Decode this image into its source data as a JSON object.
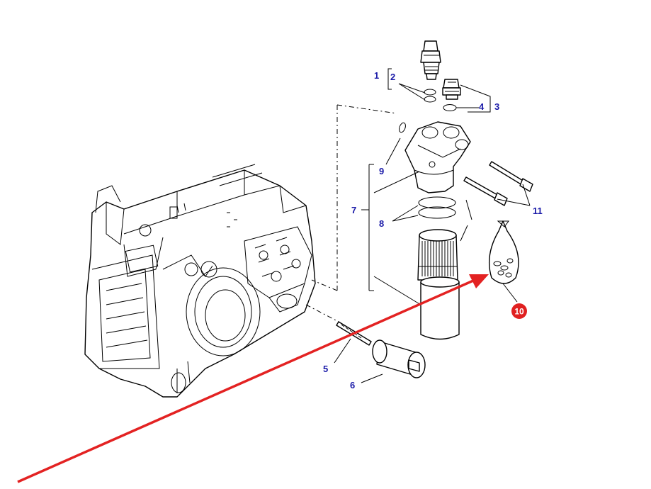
{
  "diagram": {
    "callout_color": "#1a1aa8",
    "highlight_color": "#e02020",
    "arrow_color": "#e32222",
    "callouts": {
      "c1": "1",
      "c2": "2",
      "c3": "3",
      "c4": "4",
      "c5": "5",
      "c6": "6",
      "c7": "7",
      "c8": "8",
      "c9": "9",
      "c10": "10",
      "c11": "11"
    },
    "highlighted_part": "10"
  }
}
